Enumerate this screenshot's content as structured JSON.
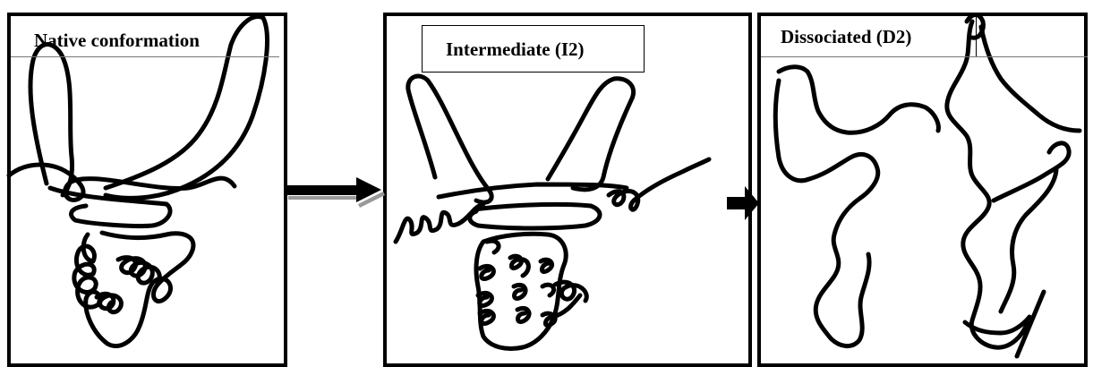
{
  "panels": [
    {
      "label": "Native conformation"
    },
    {
      "label": "Intermediate (I2)"
    },
    {
      "label": "Dissociated (D2)"
    }
  ],
  "arrows": [
    {
      "from": "Native conformation",
      "to": "Intermediate (I2)"
    },
    {
      "from": "Intermediate (I2)",
      "to": "Dissociated (D2)"
    }
  ],
  "colors": {
    "stroke": "#000000",
    "arrow_shadow": "#999999",
    "background": "#ffffff"
  }
}
